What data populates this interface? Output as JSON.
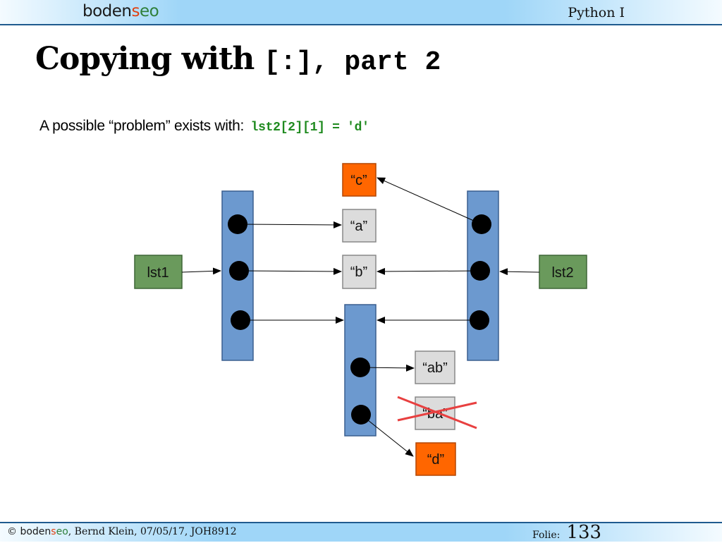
{
  "header": {
    "logo": {
      "part1": "boden",
      "part2": "s",
      "part3": "eo"
    },
    "course": "Python I"
  },
  "slide": {
    "title_text": "Copying with",
    "title_code": "[:], part 2",
    "subtitle_text": "A possible “problem” exists with:",
    "subtitle_code": "lst2[2][1] = 'd'"
  },
  "diagram": {
    "labels": {
      "lst1": "lst1",
      "lst2": "lst2",
      "a": "“a”",
      "b": "“b”",
      "c": "“c”",
      "ab": "“ab”",
      "ba": "“ba”",
      "d": "“d”"
    },
    "colors": {
      "list_fill": "#6c99cf",
      "list_stroke": "#3a5f8f",
      "name_fill": "#6a9a5c",
      "name_stroke": "#3e6636",
      "string_fill": "#dcdcdc",
      "string_stroke": "#888888",
      "new_fill": "#ff6600",
      "new_stroke": "#b34700",
      "cross": "#e84040"
    }
  },
  "footer": {
    "copyright": "©",
    "author": ", Bernd Klein, 07/05/17, JOH8912",
    "folie_label": "Folie:",
    "page": "133"
  }
}
